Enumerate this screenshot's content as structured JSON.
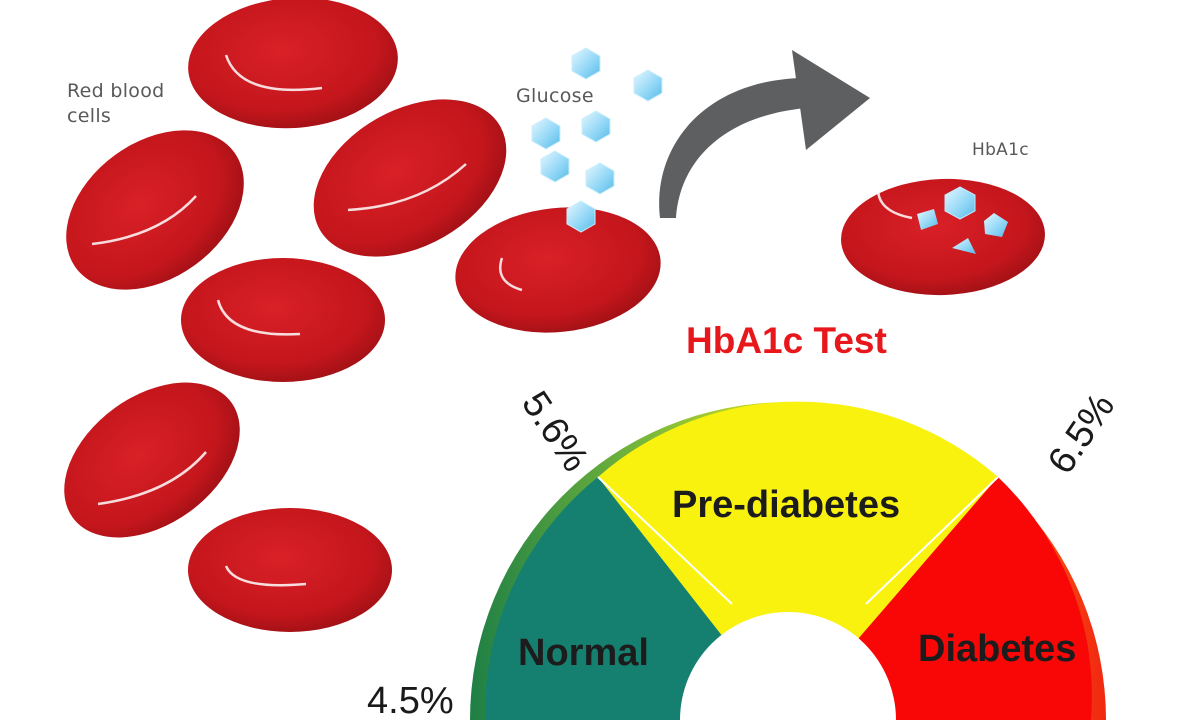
{
  "labels": {
    "red_blood_cells": "Red blood cells",
    "glucose": "Glucose",
    "hba1c": "HbA1c"
  },
  "gauge": {
    "title": "HbA1c Test",
    "thresholds": {
      "low": "4.5%",
      "mid": "5.6%",
      "high": "6.5%"
    },
    "zones": [
      {
        "name": "Normal",
        "color": "#168070"
      },
      {
        "name": "Pre-diabetes",
        "color": "#f9f20f"
      },
      {
        "name": "Diabetes",
        "color": "#f90707"
      }
    ],
    "rim_colors": [
      "#1f8a3a",
      "#8ec63f",
      "#f7a21b",
      "#f23a0f"
    ]
  },
  "colors": {
    "cell": "#c4161c",
    "cell_dark": "#8f0f13",
    "glucose": "#7fd0f2",
    "arrow": "#5e5f61",
    "title": "#e8171b"
  }
}
